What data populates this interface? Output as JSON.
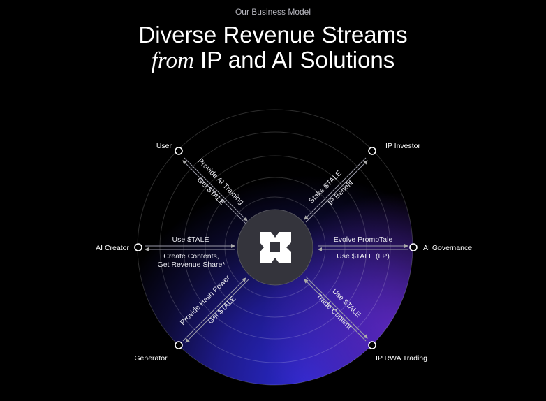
{
  "header": {
    "eyebrow": "Our Business Model",
    "title_line1": "Diverse Revenue Streams",
    "title_italic": "from",
    "title_line2_rest": " IP and AI Solutions"
  },
  "nodes": {
    "user": "User",
    "ip_investor": "IP Investor",
    "ai_creator": "AI Creator",
    "ai_governance": "AI Governance",
    "generator": "Generator",
    "ip_rwa_trading": "IP RWA Trading"
  },
  "flows": {
    "user_out": "Provide AI Training",
    "user_in": "Get $TALE",
    "investor_out": "Stake $TALE",
    "investor_in": "IP Benefit",
    "creator_out": "Use $TALE",
    "creator_in1": "Create Contents,",
    "creator_in2": "Get Revenue Share*",
    "gov_out": "Evolve PrompTale",
    "gov_in": "Use $TALE (LP)",
    "gen_out": "Provide Hash Power",
    "gen_in": "Get $TALE",
    "rwa_out": "Use $TALE",
    "rwa_in": "Trade Content"
  },
  "colors": {
    "accent": "#5a2fd0",
    "deep": "#1b1f8a"
  }
}
